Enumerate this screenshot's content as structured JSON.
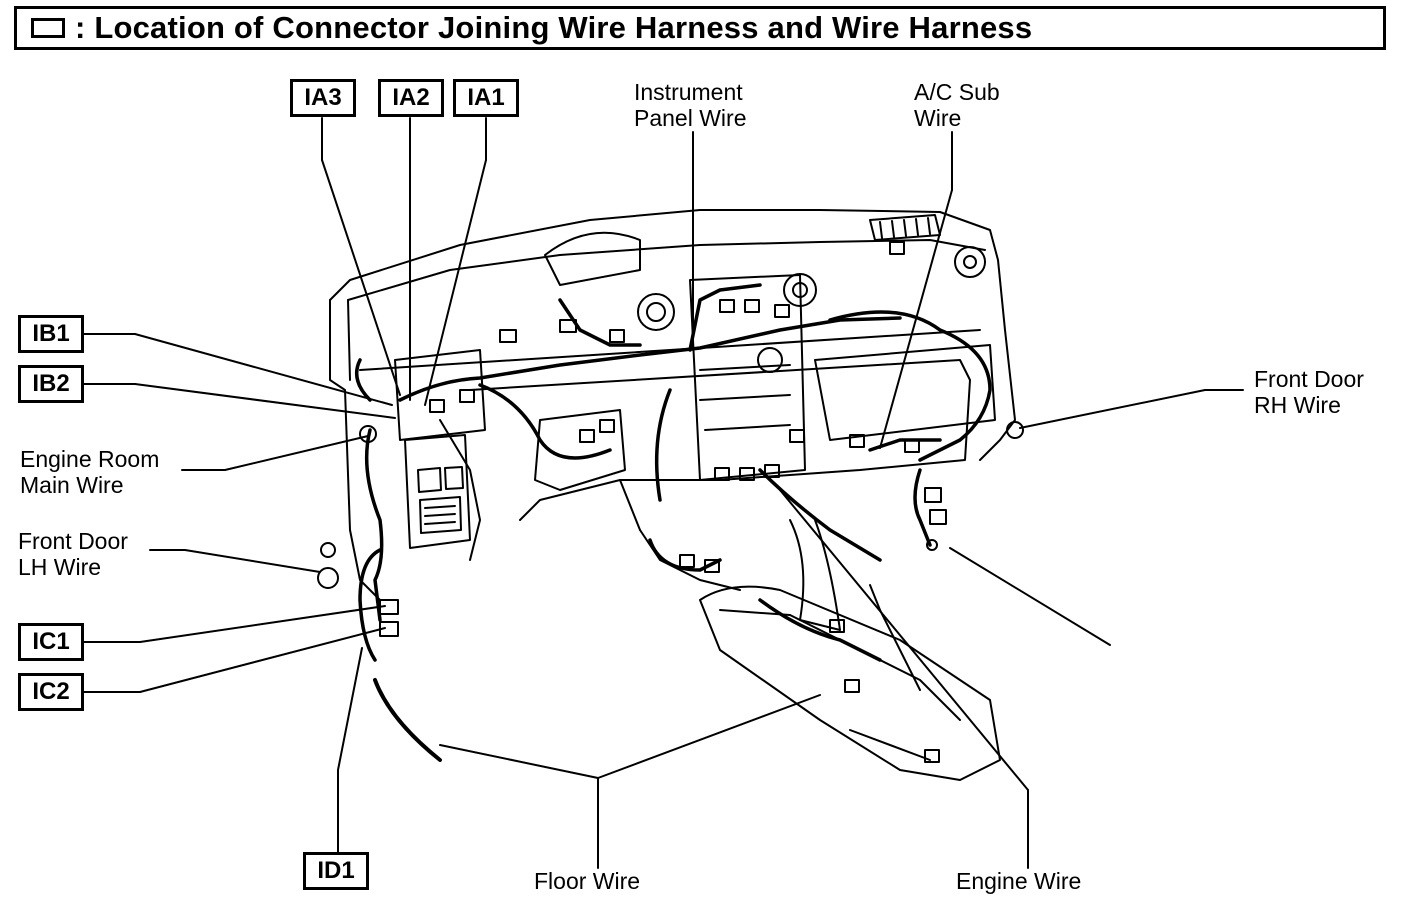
{
  "title": {
    "symbol_icon": "connector-box-icon",
    "text": ": Location of Connector Joining Wire Harness and Wire Harness"
  },
  "connectors": [
    {
      "id": "IA3",
      "label": "IA3"
    },
    {
      "id": "IA2",
      "label": "IA2"
    },
    {
      "id": "IA1",
      "label": "IA1"
    },
    {
      "id": "IB1",
      "label": "IB1"
    },
    {
      "id": "IB2",
      "label": "IB2"
    },
    {
      "id": "IC1",
      "label": "IC1"
    },
    {
      "id": "IC2",
      "label": "IC2"
    },
    {
      "id": "ID1",
      "label": "ID1"
    }
  ],
  "wires": {
    "instrument_panel": "Instrument\nPanel Wire",
    "ac_sub": "A/C Sub\nWire",
    "front_door_rh": "Front Door\nRH Wire",
    "engine_room_main": "Engine Room\nMain Wire",
    "front_door_lh": "Front Door\nLH Wire",
    "floor": "Floor Wire",
    "engine": "Engine Wire"
  }
}
